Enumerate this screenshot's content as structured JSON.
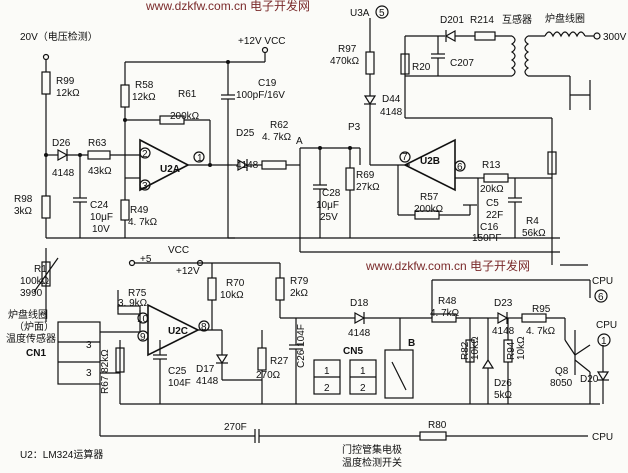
{
  "watermarks": [
    "www.dzkfw.com.cn 电子开发网",
    "www.dzkfw.com.cn 电子开发网"
  ],
  "supply": {
    "v20": "20V（电压检测）",
    "v12_top": "+12V VCC",
    "vcc": "VCC",
    "v12": "+12V",
    "v5": "+5",
    "v300": "300V"
  },
  "labels": {
    "u3a": "U3A",
    "u3a_num": "5",
    "coil": "炉盘线圈",
    "transformer": "互感器",
    "p3": "P3",
    "node_a": "A",
    "cpu": "CPU",
    "cpu6": "6",
    "cpu1": "1",
    "sensor": [
      "炉盘线圈",
      "（炉面）",
      "温度传感器"
    ],
    "cn1": "CN1",
    "cn5": "CN5",
    "b": "B",
    "switch": [
      "门控管集电极",
      "温度检测开关"
    ],
    "ic": "U2：LM324运算器",
    "u2a": "U2A",
    "u2b": "U2B",
    "u2c": "U2C",
    "pin2": "2",
    "pin3": "3",
    "pin1": "1",
    "pin7": "7",
    "pin6": "6",
    "pin10": "10",
    "pin9": "9",
    "pin8": "8"
  },
  "parts": {
    "r99": "R99",
    "r99v": "12kΩ",
    "d26": "D26",
    "d26v": "4148",
    "r63": "R63",
    "r63v": "43kΩ",
    "r98": "R98",
    "r98v": "3kΩ",
    "c24": "C24",
    "c24v1": "10μF",
    "c24v2": "10V",
    "r58": "R58",
    "r58v": "12kΩ",
    "r61": "R61",
    "r61v": "200kΩ",
    "r49": "R49",
    "r49v": "4. 7kΩ",
    "c19": "C19",
    "c19v": "100pF/16V",
    "d25": "D25",
    "d25v": "4148",
    "r62": "R62",
    "r62v": "4. 7kΩ",
    "r97": "R97",
    "r97v": "470kΩ",
    "d44": "D44",
    "d44v": "4148",
    "c28": "C28",
    "c28v1": "10μF",
    "c28v2": "25V",
    "r69": "R69",
    "r69v": "27kΩ",
    "r57": "R57",
    "r57v": "200kΩ",
    "r13": "R13",
    "r13v": "20kΩ",
    "c5": "C5",
    "c5v": "22F",
    "c16": "C16",
    "c16v": "150PF",
    "r4": "R4",
    "r4v": "56kΩ",
    "d201": "D201",
    "r214": "R214",
    "r20": "R20",
    "c207": "C207",
    "r1": "R1",
    "r1v1": "100kΩ",
    "r1v2": "3990",
    "r75": "R75",
    "r75v": "3. 9kΩ",
    "r70": "R70",
    "r70v": "10kΩ",
    "r79": "R79",
    "r79v": "2kΩ",
    "c26": "C26 104F",
    "d18": "D18",
    "d18v": "4148",
    "r48": "R48",
    "r48v": "4. 7kΩ",
    "d23": "D23",
    "d23v": "4148",
    "r95": "R95",
    "r95v": "4. 7kΩ",
    "r82": "R82",
    "r82v": "10kΩ",
    "r94": "R94",
    "r94v": "10kΩ",
    "dz6": "Dz6",
    "dz6v": "5kΩ",
    "q8": "Q8",
    "q8v": "8050",
    "d20": "D20",
    "r67": "R67 82kΩ",
    "c25": "C25",
    "c25v": "104F",
    "d17": "D17",
    "d17v": "4148",
    "r27": "R27",
    "r27v": "270Ω",
    "c270": "270F",
    "r80": "R80"
  }
}
